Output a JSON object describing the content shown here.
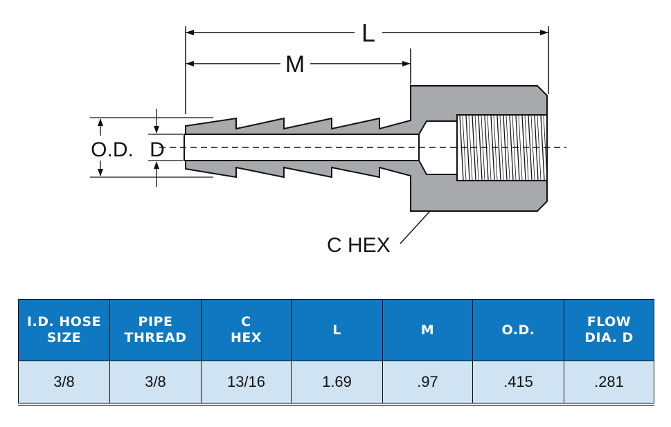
{
  "drawing": {
    "labels": {
      "length": "L",
      "barb_length": "M",
      "outer_diameter": "O.D.",
      "flow_diameter": "D",
      "hex": "C HEX"
    },
    "colors": {
      "body": "#a7a9ac",
      "outline": "#111111",
      "bore": "#ffffff"
    }
  },
  "table": {
    "header_color": "#0f78c0",
    "row_color": "#cfe3f2",
    "headers": [
      {
        "line1": "I.D. HOSE",
        "line2": "SIZE"
      },
      {
        "line1": "PIPE",
        "line2": "THREAD"
      },
      {
        "line1": "C",
        "line2": "HEX"
      },
      {
        "line1": "L",
        "line2": ""
      },
      {
        "line1": "M",
        "line2": ""
      },
      {
        "line1": "O.D.",
        "line2": ""
      },
      {
        "line1": "FLOW",
        "line2": "DIA. D"
      }
    ],
    "rows": [
      [
        "3/8",
        "3/8",
        "13/16",
        "1.69",
        ".97",
        ".415",
        ".281"
      ]
    ]
  }
}
